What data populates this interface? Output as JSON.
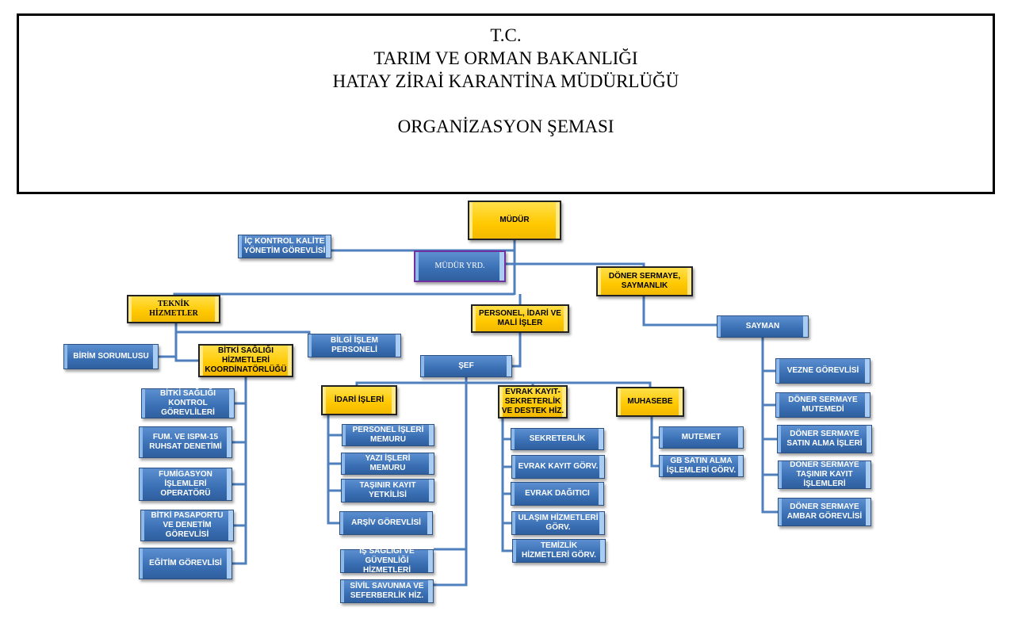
{
  "header": {
    "line1": "T.C.",
    "line2": "TARIM VE ORMAN BAKANLIĞI",
    "line3": "HATAY ZİRAİ KARANTİNA MÜDÜRLÜĞÜ",
    "line4": "ORGANİZASYON ŞEMASI"
  },
  "units": {
    "mudur": "MÜDÜR",
    "ic_kontrol": "İÇ KONTROL KALİTE YÖNETİM GÖREVLİSİ",
    "mudur_yrd": "MÜDÜR YRD.",
    "doner_saymanlik": "DÖNER SERMAYE, SAYMANLIK",
    "teknik": "TEKNİK HİZMETLER",
    "personel_idari": "PERSONEL, İDARİ VE MALİ İŞLER",
    "sayman": "SAYMAN",
    "birim_sorumlusu": "BİRİM SORUMLUSU",
    "bilgi_islem": "BİLGİ İŞLEM PERSONELİ",
    "bitki_koord": "BİTKİ SAĞLIĞI HİZMETLERİ KOORDİNATÖRLÜĞÜ",
    "sef": "ŞEF",
    "vezne": "VEZNE GÖREVLİSİ",
    "idari_isleri": "İDARİ İŞLERİ",
    "evrak_kayit_sekreterlik": "EVRAK KAYIT-SEKRETERLİK VE DESTEK HİZ.",
    "muhasebe": "MUHASEBE",
    "bitki_kontrol": "BİTKİ SAĞLIĞI KONTROL GÖREVLİLERİ",
    "doner_mutemedi": "DÖNER SERMAYE MUTEMEDİ",
    "personel_memuru": "PERSONEL İŞLERİ MEMURU",
    "sekreterlik": "SEKRETERLİK",
    "mutemet": "MUTEMET",
    "doner_satin_alma": "DÖNER SERMAYE SATIN ALMA İŞLERİ",
    "fum_ispm": "FUM. VE ISPM-15 RUHSAT DENETİMİ",
    "yazi_isleri": "YAZI İŞLERİ MEMURU",
    "evrak_kayit_gorv": "EVRAK KAYIT GÖRV.",
    "gb_satin_alma": "GB SATIN ALMA İŞLEMLERİ GÖRV.",
    "doner_tasinir": "DÖNER SERMAYE TAŞINIR KAYIT İŞLEMLERİ",
    "fumigasyon": "FUMİGASYON İŞLEMLERİ OPERATÖRÜ",
    "tasinir_kayit": "TAŞINIR KAYIT YETKİLİSİ",
    "evrak_dagitici": "EVRAK DAĞITICI",
    "doner_ambar": "DÖNER SERMAYE AMBAR GÖREVLİSİ",
    "bitki_pasaportu": "BİTKİ PASAPORTU VE DENETİM GÖREVLİSİ",
    "arsiv": "ARŞİV GÖREVLİSİ",
    "ulasim": "ULAŞIM HİZMETLERİ GÖRV.",
    "egitim": "EĞİTİM GÖREVLİSİ",
    "temizlik": "TEMİZLİK HİZMETLERİ GÖRV.",
    "is_sagligi": "İŞ SAĞLIĞI VE GÜVENLİĞİ HİZMETLERİ",
    "sivil_savunma": "SİVİL SAVUNMA VE SEFERBERLİK HİZ."
  },
  "colors": {
    "line": "#4f7fbd",
    "yellow": "#ffc800",
    "blue": "#3a6fb4"
  }
}
